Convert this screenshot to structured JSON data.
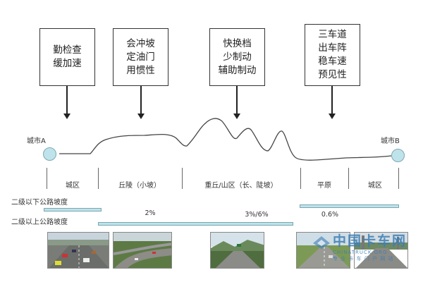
{
  "tips": [
    {
      "lines": [
        "勤检查",
        "缓加速"
      ]
    },
    {
      "lines": [
        "会冲坡",
        "定油门",
        "用惯性"
      ]
    },
    {
      "lines": [
        "快换档",
        "少制动",
        "辅助制动"
      ]
    },
    {
      "lines": [
        "三车道",
        "出车阵",
        "稳车速",
        "预见性"
      ]
    }
  ],
  "cities": {
    "a": "城市A",
    "b": "城市B"
  },
  "segments": [
    "城区",
    "丘陵（小坡）",
    "重丘/山区（长、陡坡）",
    "平原",
    "城区"
  ],
  "grade_rows": {
    "below_label": "二级以下公路坡度",
    "above_label": "二级以上公路坡度",
    "pct_hill": "2%",
    "pct_mountain": "3%/6%",
    "pct_plain": "0.6%"
  },
  "photos": [
    {
      "icon": "city-traffic-photo-icon"
    },
    {
      "icon": "hill-road-photo-icon"
    },
    {
      "icon": "mountain-road-photo-icon"
    },
    {
      "icon": "plain-road-photo-icon"
    },
    {
      "icon": "city-road-photo-icon"
    }
  ],
  "watermark": {
    "title": "中国卡车网",
    "sub1": "CHINATRUCK.ORG",
    "sub2": "专 业 卡 车 门 户 网 站"
  },
  "colors": {
    "accent": "#bfe3ea",
    "border": "#7aa6b1",
    "watermark": "#3c7eb4"
  }
}
